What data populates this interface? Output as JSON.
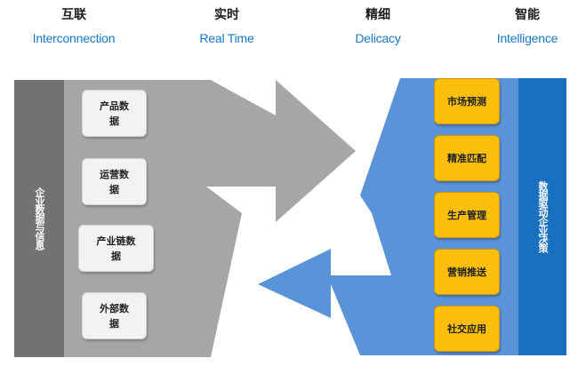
{
  "headers": [
    {
      "cn": "互联",
      "en": "Interconnection"
    },
    {
      "cn": "实时",
      "en": "Real Time"
    },
    {
      "cn": "精细",
      "en": "Delicacy"
    },
    {
      "cn": "智能",
      "en": "Intelligence"
    }
  ],
  "left_panel": {
    "label": "企业数据与信息",
    "cards": [
      "产品数据",
      "运营数据",
      "产业链数据",
      "外部数据"
    ]
  },
  "right_panel": {
    "label": "数据驱动企业决策",
    "boxes": [
      "市场预测",
      "精准匹配",
      "生产管理",
      "营销推送",
      "社交应用"
    ]
  },
  "colors": {
    "dark_gray": "#727272",
    "mid_gray": "#a6a6a6",
    "light_blue": "#5b93d9",
    "dark_blue": "#1a6fbe",
    "orange": "#f9bf0c",
    "header_blue": "#1777c3"
  }
}
